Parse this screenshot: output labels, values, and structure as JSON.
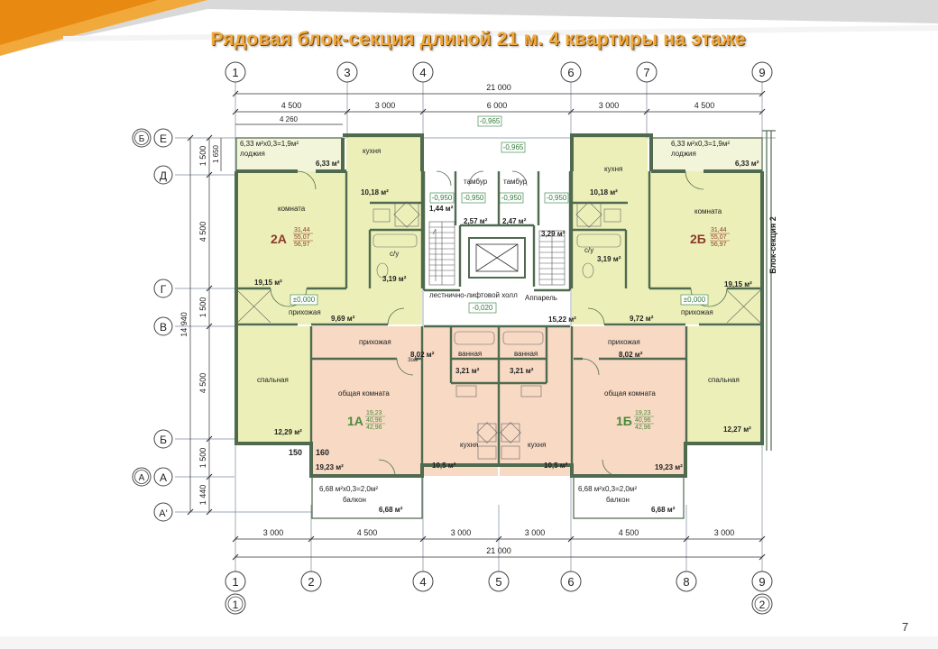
{
  "slide": {
    "title": "Рядовая блок-секция длиной 21 м. 4 квартиры на этаже",
    "page_number": "7"
  },
  "plan": {
    "top_axes": [
      "1",
      "3",
      "4",
      "6",
      "7",
      "9"
    ],
    "bottom_axes": [
      "1",
      "2",
      "4",
      "5",
      "6",
      "8",
      "9"
    ],
    "left_axes": [
      "Е",
      "Д",
      "Г",
      "В",
      "Б",
      "А",
      "А'"
    ],
    "left_outer_axes": [
      "Б",
      "А"
    ],
    "bottom_section_markers": [
      "1",
      "2"
    ],
    "total_length": "21 000",
    "total_length_bottom": "21 000",
    "total_width": "14 940",
    "top_dims": [
      "4 500",
      "3 000",
      "6 000",
      "3 000",
      "4 500"
    ],
    "top_sub_dim": "4 260",
    "bottom_dims": [
      "3 000",
      "4 500",
      "3 000",
      "3 000",
      "4 500",
      "3 000"
    ],
    "left_dims": [
      "1 500",
      "4 500",
      "1 500",
      "4 500",
      "1 500",
      "1 440"
    ],
    "left_sub_dim": "1 650",
    "wall_detail": [
      "150",
      "160"
    ],
    "neighbor_section": "Блок-секция 2",
    "levels": [
      "-0,965",
      "-0,965",
      "-0,950",
      "-0,950",
      "-0,950",
      "-0,950",
      "±0,000",
      "±0,000",
      "-0,020"
    ],
    "rooms": {
      "loggia_left": {
        "label": "лоджия",
        "formula": "6,33 м²х0,3=1,9м²",
        "area": "6,33 м²"
      },
      "loggia_right": {
        "label": "лоджия",
        "formula": "6,33 м²х0,3=1,9м²",
        "area": "6,33 м²"
      },
      "kitchen_2a": {
        "label": "кухня",
        "area": "10,18 м²"
      },
      "kitchen_2b": {
        "label": "кухня",
        "area": "10,18 м²"
      },
      "room_2a": {
        "label": "комната",
        "area": "19,15 м²"
      },
      "room_2b": {
        "label": "комната",
        "area": "19,15 м²"
      },
      "bath_2a": {
        "label": "с/у",
        "area": "3,19 м²"
      },
      "bath_2b": {
        "label": "с/у",
        "area": "3,19 м²"
      },
      "hall_2a": {
        "label": "прихожая",
        "area": "9,69 м²"
      },
      "hall_2b": {
        "label": "прихожая",
        "area": "9,72 м²"
      },
      "vestibule_left": {
        "label": "тамбур",
        "area": "2,57 м²"
      },
      "vestibule_right": {
        "label": "тамбур",
        "area": "2,47 м²"
      },
      "corridor_left": {
        "area": "1,44 м²"
      },
      "shaft": {
        "area": "3,29 м²"
      },
      "lift_hall": {
        "label": "лестнично-лифтовой холл",
        "area": "15,22 м²",
        "extra": "Аппарель"
      },
      "bedroom_left": {
        "label": "спальная",
        "area": "12,29 м²"
      },
      "bedroom_right": {
        "label": "спальная",
        "area": "12,27 м²"
      },
      "hall_1a": {
        "label": "прихожая",
        "area": "8,02 м²"
      },
      "hall_1b": {
        "label": "прихожая",
        "area": "8,02 м²"
      },
      "living_1a": {
        "label": "общая комната",
        "area": "19,23 м²"
      },
      "living_1b": {
        "label": "общая комната",
        "area": "19,23 м²"
      },
      "bathroom_1a": {
        "label": "ванная",
        "area": "3,21 м²"
      },
      "bathroom_1b": {
        "label": "ванная",
        "area": "3,21 м²"
      },
      "kitchen_1a": {
        "label": "кухня",
        "area": "10,5 м²"
      },
      "kitchen_1b": {
        "label": "кухня",
        "area": "10,5 м²"
      },
      "balcony_1a": {
        "label": "балкон",
        "formula": "6,68 м²х0,3=2,0м²",
        "area": "6,68 м²"
      },
      "balcony_1b": {
        "label": "балкон",
        "formula": "6,68 м²х0,3=2,0м²",
        "area": "6,68 м²"
      },
      "garbage_left": {
        "label": "Зом"
      }
    },
    "apartments": {
      "a2a": {
        "name": "2А",
        "living": "31,44",
        "total": "55,07",
        "total_loggia": "56,97"
      },
      "a2b": {
        "name": "2Б",
        "living": "31,44",
        "total": "55,07",
        "total_loggia": "56,97"
      },
      "a1a": {
        "name": "1А",
        "living": "19,23",
        "total": "40,96",
        "total_loggia": "42,96"
      },
      "a1b": {
        "name": "1Б",
        "living": "19,23",
        "total": "40,96",
        "total_loggia": "42,96"
      }
    }
  },
  "colors": {
    "two_room_fill": "#ecf0b8",
    "one_room_fill": "#f7d9c4",
    "wall": "#4f6a4f",
    "level_green": "#2f7a3a",
    "apt_label_2": "#8b3a2a",
    "apt_label_1": "#4a8a3a",
    "title_orange": "#f2a93b"
  }
}
